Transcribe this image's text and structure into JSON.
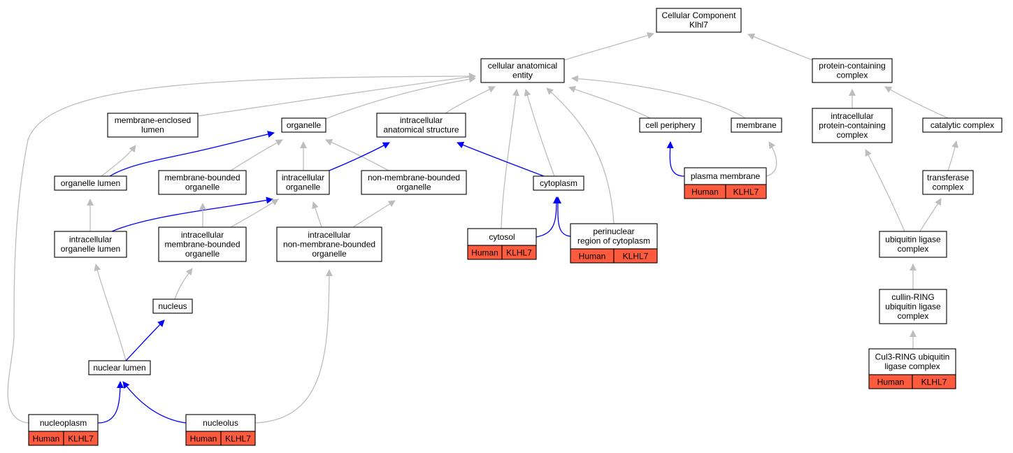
{
  "colors": {
    "edge_default": "#bdbdbd",
    "edge_highlight": "#0000ff",
    "annotation_fill": "#fd5a3e",
    "node_border": "#000000",
    "background": "#ffffff"
  },
  "nodes": [
    {
      "id": "root",
      "lines": [
        "Cellular Component",
        "Klhl7"
      ]
    },
    {
      "id": "cae",
      "lines": [
        "cellular anatomical",
        "entity"
      ]
    },
    {
      "id": "pcc",
      "lines": [
        "protein-containing",
        "complex"
      ]
    },
    {
      "id": "mel",
      "lines": [
        "membrane-enclosed",
        "lumen"
      ]
    },
    {
      "id": "organelle",
      "lines": [
        "organelle"
      ]
    },
    {
      "id": "ias",
      "lines": [
        "intracellular",
        "anatomical structure"
      ]
    },
    {
      "id": "cellper",
      "lines": [
        "cell periphery"
      ]
    },
    {
      "id": "membrane",
      "lines": [
        "membrane"
      ]
    },
    {
      "id": "ipcc",
      "lines": [
        "intracellular",
        "protein-containing",
        "complex"
      ]
    },
    {
      "id": "catalytic",
      "lines": [
        "catalytic complex"
      ]
    },
    {
      "id": "orglumen",
      "lines": [
        "organelle lumen"
      ]
    },
    {
      "id": "mbo",
      "lines": [
        "membrane-bounded",
        "organelle"
      ]
    },
    {
      "id": "io",
      "lines": [
        "intracellular",
        "organelle"
      ]
    },
    {
      "id": "nmbo",
      "lines": [
        "non-membrane-bounded",
        "organelle"
      ]
    },
    {
      "id": "cytoplasm",
      "lines": [
        "cytoplasm"
      ]
    },
    {
      "id": "pm",
      "lines": [
        "plasma membrane"
      ],
      "annotation": [
        "Human",
        "KLHL7"
      ]
    },
    {
      "id": "transferase",
      "lines": [
        "transferase",
        "complex"
      ]
    },
    {
      "id": "iol",
      "lines": [
        "intracellular",
        "organelle lumen"
      ]
    },
    {
      "id": "imbo",
      "lines": [
        "intracellular",
        "membrane-bounded",
        "organelle"
      ]
    },
    {
      "id": "inmbo",
      "lines": [
        "intracellular",
        "non-membrane-bounded",
        "organelle"
      ]
    },
    {
      "id": "cytosol",
      "lines": [
        "cytosol"
      ],
      "annotation": [
        "Human",
        "KLHL7"
      ]
    },
    {
      "id": "pnr",
      "lines": [
        "perinuclear",
        "region of cytoplasm"
      ],
      "annotation": [
        "Human",
        "KLHL7"
      ]
    },
    {
      "id": "ubl",
      "lines": [
        "ubiquitin ligase",
        "complex"
      ]
    },
    {
      "id": "nucleus",
      "lines": [
        "nucleus"
      ]
    },
    {
      "id": "crl",
      "lines": [
        "cullin-RING",
        "ubiquitin ligase",
        "complex"
      ]
    },
    {
      "id": "nuclumen",
      "lines": [
        "nuclear lumen"
      ]
    },
    {
      "id": "cul3",
      "lines": [
        "Cul3-RING ubiquitin",
        "ligase complex"
      ],
      "annotation": [
        "Human",
        "KLHL7"
      ]
    },
    {
      "id": "nucleoplasm",
      "lines": [
        "nucleoplasm"
      ],
      "annotation": [
        "Human",
        "KLHL7"
      ]
    },
    {
      "id": "nucleolus",
      "lines": [
        "nucleolus"
      ],
      "annotation": [
        "Human",
        "KLHL7"
      ]
    }
  ],
  "edges": [
    {
      "from": "cae",
      "to": "root",
      "highlight": false
    },
    {
      "from": "pcc",
      "to": "root",
      "highlight": false
    },
    {
      "from": "mel",
      "to": "cae",
      "highlight": false
    },
    {
      "from": "organelle",
      "to": "cae",
      "highlight": false
    },
    {
      "from": "ias",
      "to": "cae",
      "highlight": false
    },
    {
      "from": "cellper",
      "to": "cae",
      "highlight": false
    },
    {
      "from": "membrane",
      "to": "cae",
      "highlight": false
    },
    {
      "from": "cytoplasm",
      "to": "cae",
      "highlight": false
    },
    {
      "from": "cytosol",
      "to": "cae",
      "highlight": false
    },
    {
      "from": "pnr",
      "to": "cae",
      "highlight": false
    },
    {
      "from": "nucleoplasm",
      "to": "cae",
      "highlight": false
    },
    {
      "from": "ipcc",
      "to": "pcc",
      "highlight": false
    },
    {
      "from": "catalytic",
      "to": "pcc",
      "highlight": false
    },
    {
      "from": "orglumen",
      "to": "mel",
      "highlight": false
    },
    {
      "from": "orglumen",
      "to": "organelle",
      "highlight": true
    },
    {
      "from": "mbo",
      "to": "organelle",
      "highlight": false
    },
    {
      "from": "io",
      "to": "organelle",
      "highlight": false
    },
    {
      "from": "nmbo",
      "to": "organelle",
      "highlight": false
    },
    {
      "from": "io",
      "to": "ias",
      "highlight": true
    },
    {
      "from": "cytoplasm",
      "to": "ias",
      "highlight": true
    },
    {
      "from": "pm",
      "to": "cellper",
      "highlight": true
    },
    {
      "from": "pm",
      "to": "membrane",
      "highlight": false
    },
    {
      "from": "transferase",
      "to": "catalytic",
      "highlight": false
    },
    {
      "from": "iol",
      "to": "orglumen",
      "highlight": false
    },
    {
      "from": "iol",
      "to": "io",
      "highlight": true
    },
    {
      "from": "imbo",
      "to": "mbo",
      "highlight": false
    },
    {
      "from": "imbo",
      "to": "io",
      "highlight": false
    },
    {
      "from": "inmbo",
      "to": "io",
      "highlight": false
    },
    {
      "from": "inmbo",
      "to": "nmbo",
      "highlight": false
    },
    {
      "from": "cytosol",
      "to": "cytoplasm",
      "highlight": true
    },
    {
      "from": "pnr",
      "to": "cytoplasm",
      "highlight": true
    },
    {
      "from": "ubl",
      "to": "ipcc",
      "highlight": false
    },
    {
      "from": "ubl",
      "to": "transferase",
      "highlight": false
    },
    {
      "from": "nucleus",
      "to": "imbo",
      "highlight": false
    },
    {
      "from": "crl",
      "to": "ubl",
      "highlight": false
    },
    {
      "from": "nuclumen",
      "to": "iol",
      "highlight": false
    },
    {
      "from": "nuclumen",
      "to": "nucleus",
      "highlight": true
    },
    {
      "from": "cul3",
      "to": "crl",
      "highlight": false
    },
    {
      "from": "nucleoplasm",
      "to": "nuclumen",
      "highlight": true
    },
    {
      "from": "nucleolus",
      "to": "nuclumen",
      "highlight": true
    },
    {
      "from": "nucleolus",
      "to": "inmbo",
      "highlight": false
    }
  ]
}
